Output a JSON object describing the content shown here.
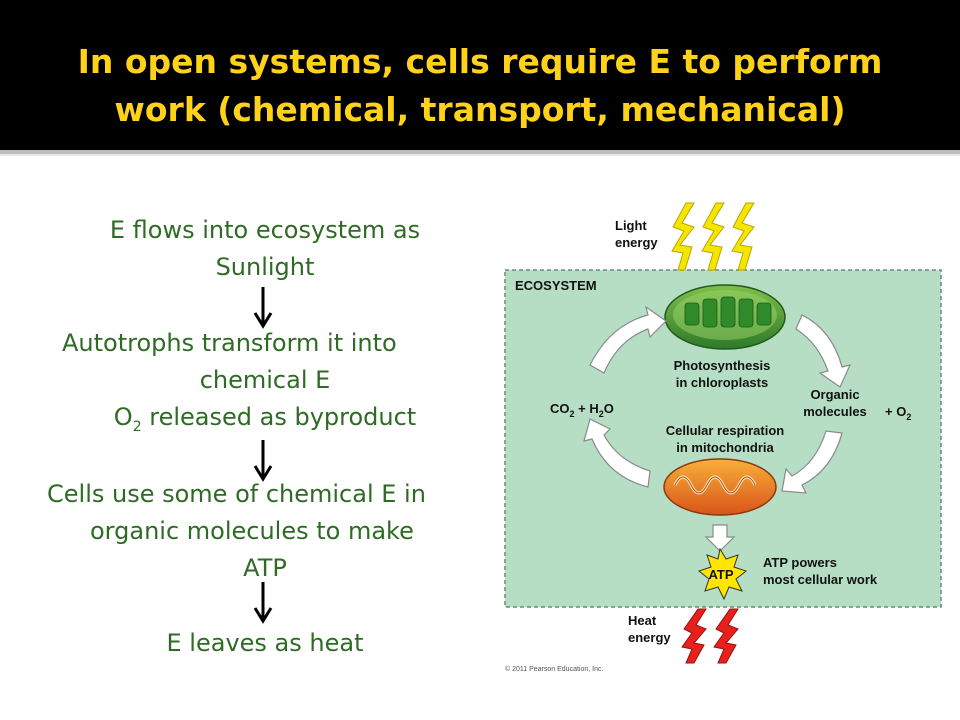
{
  "title": {
    "line1": "In open systems, cells require E to perform",
    "line2": "work (chemical, transport, mechanical)"
  },
  "flow": {
    "step1_line1": "E flows into ecosystem as",
    "step1_line2": "Sunlight",
    "step2_line1": "Autotrophs transform it into",
    "step2_line2": "chemical E",
    "step2_line3_a": "O",
    "step2_line3_sub": "2",
    "step2_line3_b": " released as byproduct",
    "step3_line1": "Cells use some of chemical E in",
    "step3_line2": "organic molecules to make",
    "step3_line3": "ATP",
    "step4": "E leaves as heat"
  },
  "diagram": {
    "light_line1": "Light",
    "light_line2": "energy",
    "ecosystem": "ECOSYSTEM",
    "photo_line1": "Photosynthesis",
    "photo_line2": "in chloroplasts",
    "co2": "CO",
    "co2_sub": "2",
    "plus_h2o": " + H",
    "h2o_sub": "2",
    "h2o_o": "O",
    "organic_line1": "Organic",
    "organic_line2": "molecules",
    "plus_o2": "+ O",
    "o2_sub": "2",
    "resp_line1": "Cellular respiration",
    "resp_line2": "in mitochondria",
    "atp": "ATP",
    "atp_line1": "ATP powers",
    "atp_line2": "most cellular work",
    "heat_line1": "Heat",
    "heat_line2": "energy",
    "copyright": "© 2011 Pearson Education, Inc."
  },
  "colors": {
    "title_bg": "#000000",
    "title_text": "#ffd21a",
    "body_text": "#2e6b24",
    "ecosystem_bg": "#b5dec4",
    "heat": "#e8201c",
    "light": "#f5e600"
  }
}
